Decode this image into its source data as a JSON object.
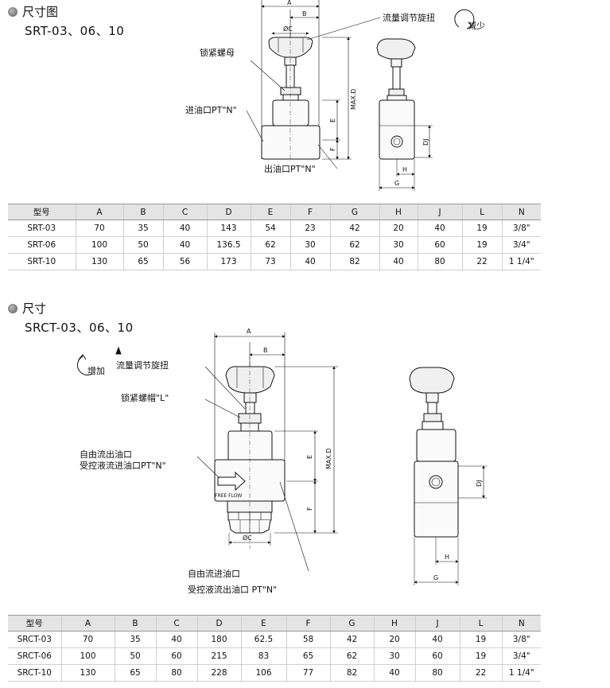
{
  "section1": {
    "title": "尺寸图",
    "models": "SRT-03、06、10",
    "labels": {
      "knob": "流量调节旋扭",
      "decrease": "减少",
      "locknut": "锁紧螺母",
      "inlet": "进油口PT\"N\"",
      "outlet": "出油口PT\"N\""
    },
    "dims": {
      "A": "A",
      "B": "B",
      "C": "ØC",
      "D": "MAX.D",
      "E": "E",
      "F": "F",
      "J": "DJ",
      "H": "H",
      "G": "G"
    },
    "table": {
      "headers": [
        "型号",
        "A",
        "B",
        "C",
        "D",
        "E",
        "F",
        "G",
        "H",
        "J",
        "L",
        "N"
      ],
      "rows": [
        [
          "SRT-03",
          "70",
          "35",
          "40",
          "143",
          "54",
          "23",
          "42",
          "20",
          "40",
          "19",
          "3/8\""
        ],
        [
          "SRT-06",
          "100",
          "50",
          "40",
          "136.5",
          "62",
          "30",
          "62",
          "30",
          "60",
          "19",
          "3/4\""
        ],
        [
          "SRT-10",
          "130",
          "65",
          "56",
          "173",
          "73",
          "40",
          "82",
          "40",
          "80",
          "22",
          "1 1/4\""
        ]
      ]
    }
  },
  "section2": {
    "title": "尺寸",
    "models": "SRCT-03、06、10",
    "labels": {
      "increase": "增加",
      "knob": "流量调节旋扭",
      "locknut": "锁紧螺帽\"L\"",
      "free_out": "自由流出油口",
      "ctrl_in": "受控液流进油口PT\"N\"",
      "free_flow": "FREE FLOW",
      "free_in": "自由流进油口",
      "ctrl_out": "受控液流出油口 PT\"N\""
    },
    "dims": {
      "A": "A",
      "B": "B",
      "C": "ØC",
      "D": "MAX.D",
      "E": "E",
      "F": "F",
      "J": "DJ",
      "H": "H",
      "G": "G"
    },
    "table": {
      "headers": [
        "型号",
        "A",
        "B",
        "C",
        "D",
        "E",
        "F",
        "G",
        "H",
        "J",
        "L",
        "N"
      ],
      "rows": [
        [
          "SRCT-03",
          "70",
          "35",
          "40",
          "180",
          "62.5",
          "58",
          "42",
          "20",
          "40",
          "19",
          "3/8\""
        ],
        [
          "SRCT-06",
          "100",
          "50",
          "60",
          "215",
          "83",
          "65",
          "62",
          "30",
          "60",
          "19",
          "3/4\""
        ],
        [
          "SRCT-10",
          "130",
          "65",
          "80",
          "228",
          "106",
          "77",
          "82",
          "40",
          "80",
          "22",
          "1 1/4\""
        ]
      ]
    }
  }
}
